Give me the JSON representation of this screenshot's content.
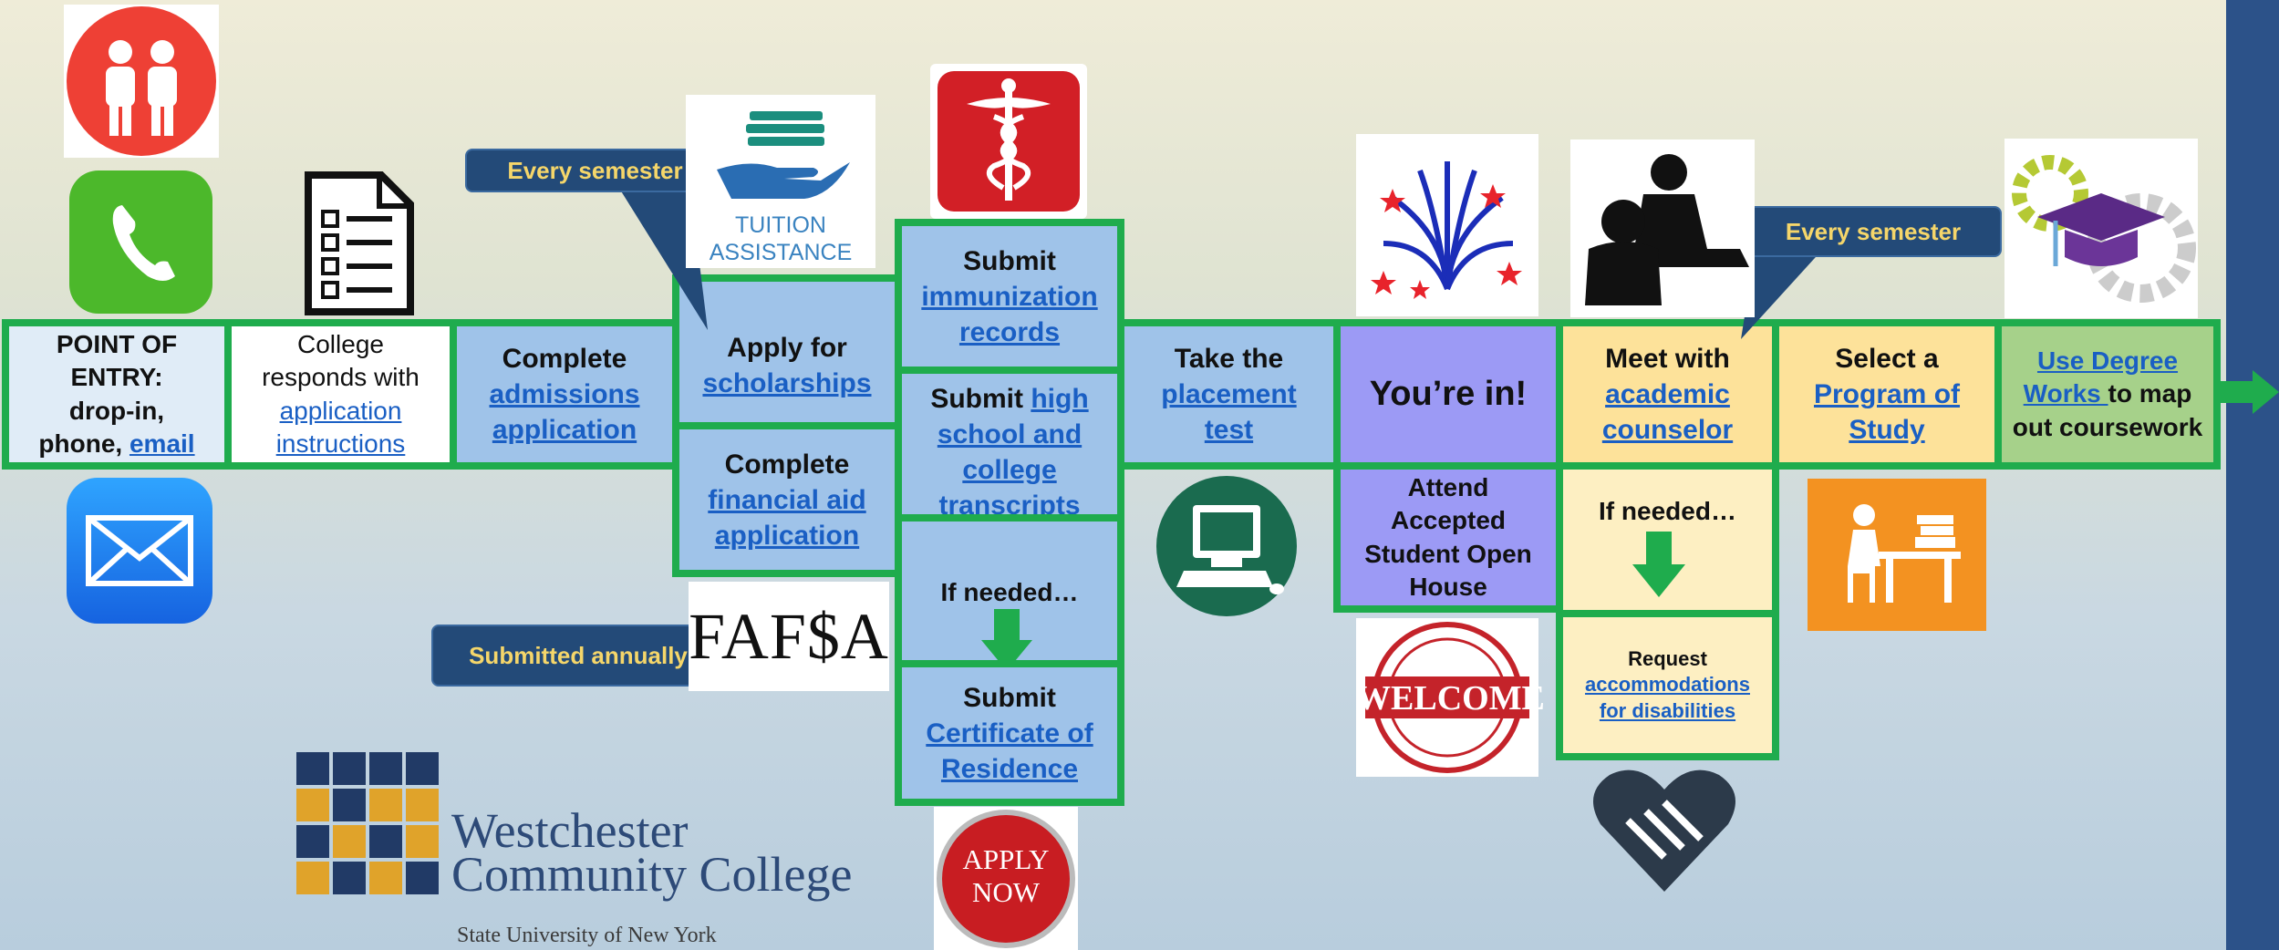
{
  "entry": {
    "title": "POINT OF ENTRY:",
    "line2": "drop-in,",
    "line3": "phone, ",
    "email": "email"
  },
  "responds": {
    "line1": "College",
    "line2": "responds with",
    "link1": "application",
    "link2": "instructions"
  },
  "admissions": {
    "line1": "Complete",
    "link1": "admissions",
    "link2": "application"
  },
  "scholarships": {
    "line1": "Apply for",
    "link1": "scholarships"
  },
  "finaid": {
    "line1": "Complete",
    "link1": "financial aid",
    "link2": "application"
  },
  "immunization": {
    "line1": "Submit",
    "link1": "immunization",
    "link2": "records"
  },
  "transcripts": {
    "prefix": "Submit ",
    "link1": "high",
    "link2": "school and",
    "link3": "college",
    "link4": "transcripts"
  },
  "ifneeded1": {
    "text": "If needed…"
  },
  "residence": {
    "line1": "Submit",
    "link1": "Certificate of",
    "link2": "Residence"
  },
  "placement": {
    "line1": "Take the",
    "link1": "placement",
    "link2": "test"
  },
  "youre_in": {
    "text": "You’re in!"
  },
  "openhouse": {
    "line1": "Attend",
    "line2": "Accepted",
    "line3": "Student Open",
    "line4": "House"
  },
  "counselor": {
    "line1": "Meet with",
    "link1": "academic",
    "link2": "counselor"
  },
  "ifneeded2": {
    "text": "If needed…"
  },
  "accommodations": {
    "line1": "Request",
    "link1": "accommodations",
    "link2": "for disabilities"
  },
  "program": {
    "line1": "Select a",
    "link1": "Program of",
    "link2": "Study"
  },
  "degreeworks": {
    "link1": "Use Degree",
    "link2": "Works ",
    "rest1": "to map",
    "rest2": "out coursework"
  },
  "callouts": {
    "every_semester_1": "Every semester",
    "every_semester_2": "Every semester",
    "submitted_annually": "Submitted annually"
  },
  "logos": {
    "tuition_line1": "TUITION",
    "tuition_line2": "ASSISTANCE",
    "fafsa": "FAF$A",
    "welcome": "WELCOME",
    "apply_line1": "APPLY",
    "apply_line2": "NOW",
    "college_line1": "Westchester",
    "college_line2": "Community College",
    "college_line3": "State University of New York"
  },
  "colors": {
    "border": "#1fac4d",
    "link": "#1a5fc4",
    "callout_bg": "#234a78",
    "callout_text": "#f5d66a",
    "side_bar": "#2c5289"
  }
}
